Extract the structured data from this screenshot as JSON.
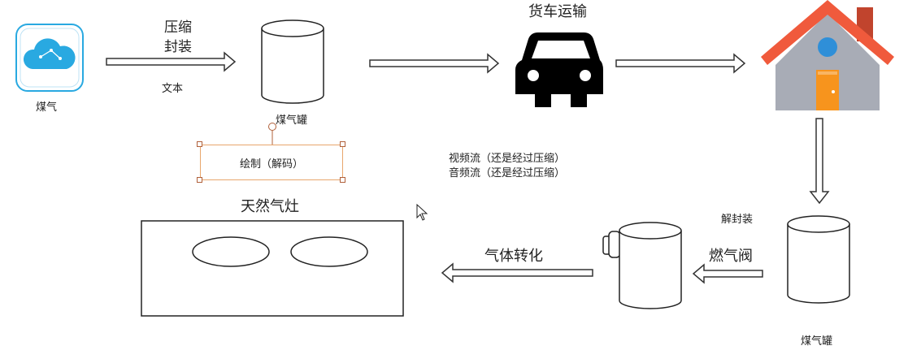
{
  "labels": {
    "gas": "煤气",
    "compress_line1": "压缩",
    "compress_line2": "封装",
    "text_note": "文本",
    "tank_top": "煤气罐",
    "transport": "货车运输",
    "draw_decode": "绘制（解码）",
    "video_stream": "视频流（还是经过压缩）",
    "audio_stream": "音频流（还是经过压缩）",
    "stove": "天然气灶",
    "unpack": "解封装",
    "valve": "燃气阀",
    "gas_convert": "气体转化",
    "tank_bottom": "煤气罐"
  },
  "colors": {
    "cloud_icon_bg": "#29a9e1",
    "roof": "#f05a3c",
    "chimney": "#c1442d",
    "house_wall": "#a8acb6",
    "house_window": "#2f8fd8",
    "house_door": "#f7941d",
    "selection": "#e8a66c"
  }
}
